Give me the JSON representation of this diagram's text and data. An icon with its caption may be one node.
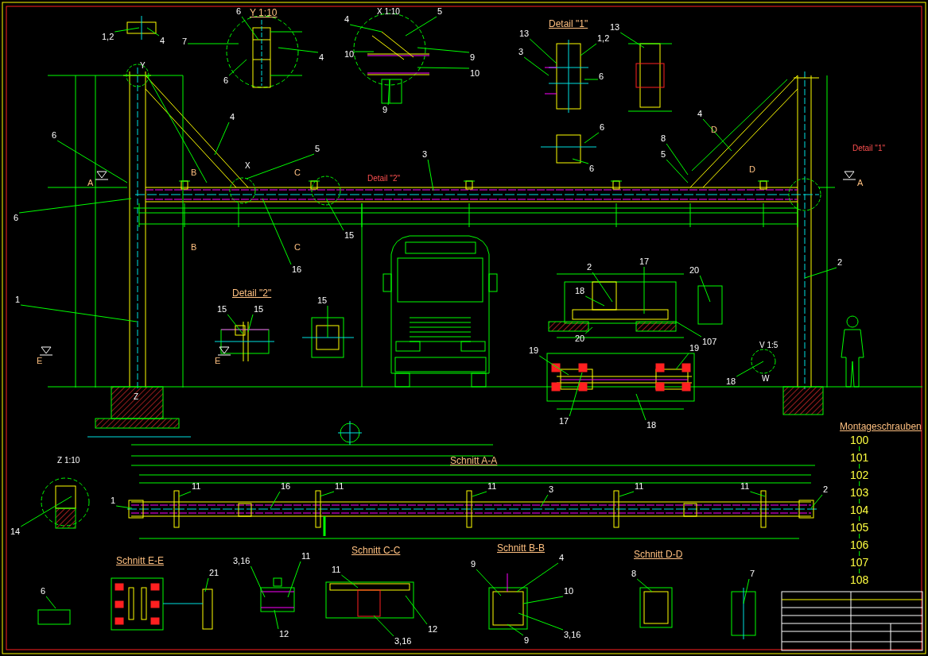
{
  "diagram": {
    "nodes": [
      {
        "text": [
          "1,2"
        ]
      },
      {
        "text": [
          "4"
        ]
      },
      {
        "text": [
          "6"
        ]
      },
      {
        "text": [
          "7"
        ]
      },
      {
        "text": [
          "6"
        ]
      },
      {
        "text": [
          "4"
        ]
      },
      {
        "text": [
          "4"
        ]
      },
      {
        "text": [
          "5"
        ]
      },
      {
        "text": [
          "10"
        ]
      },
      {
        "text": [
          "9"
        ]
      },
      {
        "text": [
          "10"
        ]
      },
      {
        "text": [
          "9"
        ]
      },
      {
        "text": [
          "6"
        ]
      },
      {
        "text": [
          "4"
        ]
      },
      {
        "text": [
          "5"
        ]
      },
      {
        "text": [
          "3"
        ]
      },
      {
        "text": [
          "6"
        ]
      },
      {
        "text": [
          "15"
        ]
      },
      {
        "text": [
          "16"
        ]
      },
      {
        "text": [
          "1"
        ]
      },
      {
        "text": [
          "13"
        ]
      },
      {
        "text": [
          "3"
        ]
      },
      {
        "text": [
          "1,2"
        ]
      },
      {
        "text": [
          "6"
        ]
      },
      {
        "text": [
          "13"
        ]
      },
      {
        "text": [
          "6"
        ]
      },
      {
        "text": [
          "6"
        ]
      },
      {
        "text": [
          "4"
        ]
      },
      {
        "text": [
          "8"
        ]
      },
      {
        "text": [
          "5"
        ]
      },
      {
        "text": [
          "2"
        ]
      },
      {
        "text": [
          "15"
        ]
      },
      {
        "text": [
          "15"
        ]
      },
      {
        "text": [
          "15"
        ]
      },
      {
        "text": [
          "2"
        ]
      },
      {
        "text": [
          "18"
        ]
      },
      {
        "text": [
          "17"
        ]
      },
      {
        "text": [
          "20"
        ]
      },
      {
        "text": [
          "20"
        ]
      },
      {
        "text": [
          "107"
        ]
      },
      {
        "text": [
          "19"
        ]
      },
      {
        "text": [
          "19"
        ]
      },
      {
        "text": [
          "17"
        ]
      },
      {
        "text": [
          "18"
        ]
      },
      {
        "text": [
          "18"
        ]
      },
      {
        "text": [
          "14"
        ]
      },
      {
        "text": [
          "1"
        ]
      },
      {
        "text": [
          "11"
        ]
      },
      {
        "text": [
          "16"
        ]
      },
      {
        "text": [
          "11"
        ]
      },
      {
        "text": [
          "3"
        ]
      },
      {
        "text": [
          "11"
        ]
      },
      {
        "text": [
          "11"
        ]
      },
      {
        "text": [
          "11"
        ]
      },
      {
        "text": [
          "2"
        ]
      },
      {
        "text": [
          "6"
        ]
      },
      {
        "text": [
          "21"
        ]
      },
      {
        "text": [
          "3,16"
        ]
      },
      {
        "text": [
          "11"
        ]
      },
      {
        "text": [
          "12"
        ]
      },
      {
        "text": [
          "11"
        ]
      },
      {
        "text": [
          "12"
        ]
      },
      {
        "text": [
          "3,16"
        ]
      },
      {
        "text": [
          "9"
        ]
      },
      {
        "text": [
          "4"
        ]
      },
      {
        "text": [
          "10"
        ]
      },
      {
        "text": [
          "3,16"
        ]
      },
      {
        "text": [
          "9"
        ]
      },
      {
        "text": [
          "8"
        ]
      },
      {
        "text": [
          "7"
        ]
      },
      {
        "text": [
          "100"
        ]
      },
      {
        "text": [
          "101"
        ]
      },
      {
        "text": [
          "102"
        ]
      },
      {
        "text": [
          "103"
        ]
      },
      {
        "text": [
          "104"
        ]
      },
      {
        "text": [
          "105"
        ]
      },
      {
        "text": [
          "106"
        ]
      },
      {
        "text": [
          "107"
        ]
      },
      {
        "text": [
          "108"
        ]
      }
    ],
    "edges": [
      {
        "from": 0,
        "to": null,
        "arrow": "none"
      },
      {
        "from": 1,
        "to": null,
        "arrow": "none"
      },
      {
        "from": 2,
        "to": null,
        "arrow": "none"
      },
      {
        "from": 3,
        "to": null,
        "arrow": "none"
      },
      {
        "from": 4,
        "to": null,
        "arrow": "none"
      },
      {
        "from": 5,
        "to": null,
        "arrow": "none"
      },
      {
        "from": 6,
        "to": null,
        "arrow": "none"
      },
      {
        "from": 7,
        "to": null,
        "arrow": "none"
      },
      {
        "from": 8,
        "to": null,
        "arrow": "none"
      },
      {
        "from": 9,
        "to": null,
        "arrow": "none"
      },
      {
        "from": 10,
        "to": null,
        "arrow": "none"
      },
      {
        "from": 11,
        "to": null,
        "arrow": "none"
      },
      {
        "from": 12,
        "to": null,
        "arrow": "none"
      },
      {
        "from": 13,
        "to": null,
        "arrow": "none"
      },
      {
        "from": 14,
        "to": null,
        "arrow": "none"
      },
      {
        "from": 15,
        "to": null,
        "arrow": "none"
      },
      {
        "from": 16,
        "to": null,
        "arrow": "none"
      },
      {
        "from": 17,
        "to": null,
        "arrow": "none"
      },
      {
        "from": 18,
        "to": null,
        "arrow": "none"
      },
      {
        "from": 19,
        "to": null,
        "arrow": "none"
      },
      {
        "from": 20,
        "to": null,
        "arrow": "none"
      },
      {
        "from": 21,
        "to": null,
        "arrow": "none"
      },
      {
        "from": 22,
        "to": null,
        "arrow": "none"
      },
      {
        "from": 23,
        "to": null,
        "arrow": "none"
      },
      {
        "from": 24,
        "to": null,
        "arrow": "none"
      },
      {
        "from": 25,
        "to": null,
        "arrow": "none"
      },
      {
        "from": 26,
        "to": null,
        "arrow": "none"
      },
      {
        "from": 27,
        "to": null,
        "arrow": "none"
      },
      {
        "from": 28,
        "to": null,
        "arrow": "none"
      },
      {
        "from": 29,
        "to": null,
        "arrow": "none"
      },
      {
        "from": 30,
        "to": null,
        "arrow": "none"
      },
      {
        "from": 31,
        "to": null,
        "arrow": "none"
      },
      {
        "from": 32,
        "to": null,
        "arrow": "none"
      },
      {
        "from": 33,
        "to": null,
        "arrow": "none"
      },
      {
        "from": 34,
        "to": null,
        "arrow": "none"
      },
      {
        "from": 35,
        "to": null,
        "arrow": "none"
      },
      {
        "from": 36,
        "to": null,
        "arrow": "none"
      },
      {
        "from": 37,
        "to": null,
        "arrow": "none"
      },
      {
        "from": 38,
        "to": null,
        "arrow": "none"
      },
      {
        "from": 39,
        "to": null,
        "arrow": "none"
      },
      {
        "from": 40,
        "to": null,
        "arrow": "none"
      },
      {
        "from": 41,
        "to": null,
        "arrow": "none"
      },
      {
        "from": 42,
        "to": null,
        "arrow": "none"
      },
      {
        "from": 43,
        "to": null,
        "arrow": "none"
      },
      {
        "from": 44,
        "to": null,
        "arrow": "none"
      },
      {
        "from": 45,
        "to": null,
        "arrow": "none"
      },
      {
        "from": 46,
        "to": null,
        "arrow": "none"
      },
      {
        "from": 47,
        "to": null,
        "arrow": "none"
      },
      {
        "from": 48,
        "to": null,
        "arrow": "none"
      },
      {
        "from": 49,
        "to": null,
        "arrow": "none"
      },
      {
        "from": 50,
        "to": null,
        "arrow": "none"
      },
      {
        "from": 51,
        "to": null,
        "arrow": "none"
      },
      {
        "from": 52,
        "to": null,
        "arrow": "none"
      },
      {
        "from": 53,
        "to": null,
        "arrow": "none"
      },
      {
        "from": 54,
        "to": null,
        "arrow": "none"
      },
      {
        "from": 55,
        "to": null,
        "arrow": "none"
      },
      {
        "from": 56,
        "to": null,
        "arrow": "none"
      },
      {
        "from": 57,
        "to": null,
        "arrow": "none"
      },
      {
        "from": 58,
        "to": null,
        "arrow": "none"
      },
      {
        "from": 59,
        "to": null,
        "arrow": "none"
      },
      {
        "from": 60,
        "to": null,
        "arrow": "none"
      },
      {
        "from": 61,
        "to": null,
        "arrow": "none"
      },
      {
        "from": 62,
        "to": null,
        "arrow": "none"
      },
      {
        "from": 63,
        "to": null,
        "arrow": "none"
      },
      {
        "from": 64,
        "to": null,
        "arrow": "none"
      },
      {
        "from": 65,
        "to": null,
        "arrow": "none"
      },
      {
        "from": 66,
        "to": null,
        "arrow": "none"
      },
      {
        "from": 67,
        "to": null,
        "arrow": "none"
      },
      {
        "from": 68,
        "to": null,
        "arrow": "none"
      },
      {
        "from": 69,
        "to": null,
        "arrow": "none"
      },
      {
        "from": 70,
        "to": 71,
        "arrow": "none"
      },
      {
        "from": 71,
        "to": 72,
        "arrow": "none"
      },
      {
        "from": 72,
        "to": 73,
        "arrow": "none"
      },
      {
        "from": 73,
        "to": 74,
        "arrow": "none"
      },
      {
        "from": 74,
        "to": 75,
        "arrow": "none"
      },
      {
        "from": 75,
        "to": 76,
        "arrow": "none"
      },
      {
        "from": 76,
        "to": 77,
        "arrow": "none"
      },
      {
        "from": 77,
        "to": 78,
        "arrow": "none"
      }
    ],
    "labels": [
      "Y 1:10",
      "X 1:10",
      "Detail \"1\"",
      "Y",
      "A",
      "B",
      "C",
      "X",
      "Detail \"2\"",
      "D",
      "D",
      "Detail \"1\"",
      "A",
      "B",
      "C",
      "Detail \"2\"",
      "E",
      "E",
      "V 1:5",
      "W",
      "Z",
      "Montageschrauben",
      "Z 1:10",
      "Schnitt A-A",
      "Schnitt E-E",
      "Schnitt C-C",
      "Schnitt B-B",
      "Schnitt D-D"
    ]
  }
}
